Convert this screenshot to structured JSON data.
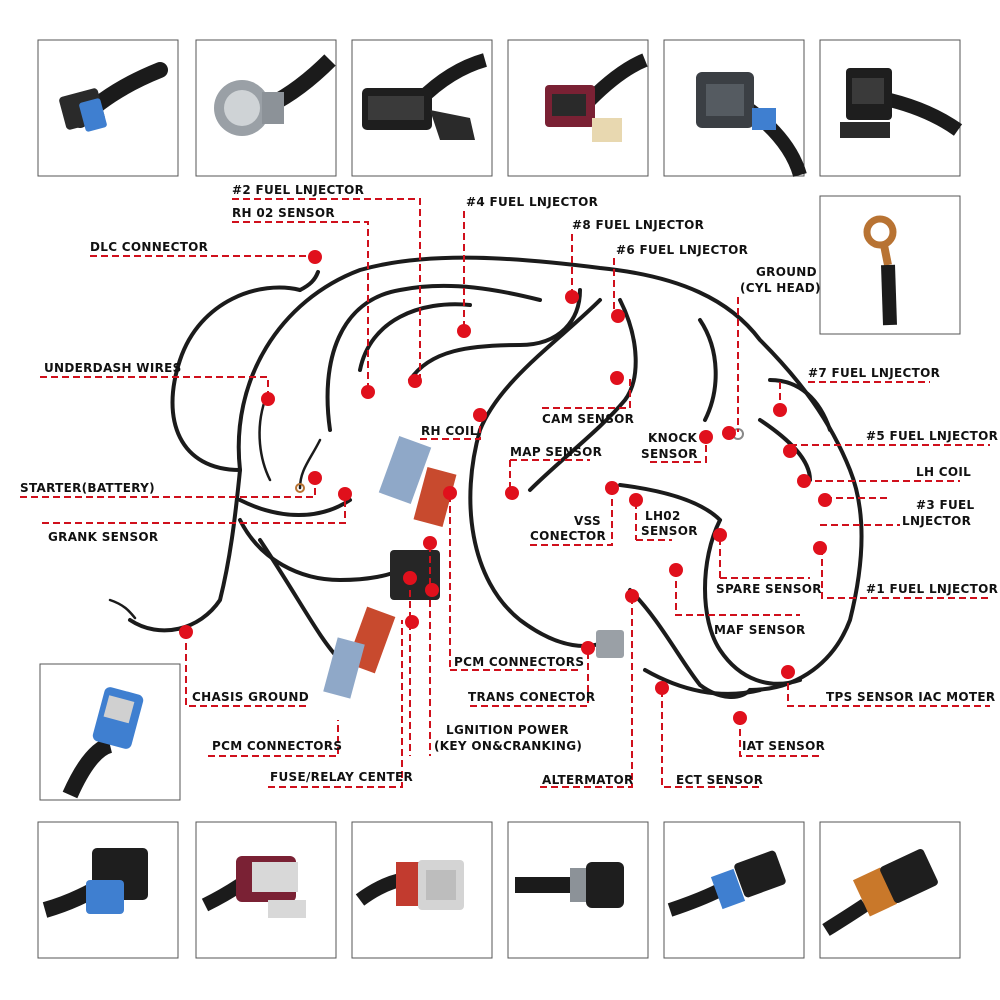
{
  "colors": {
    "accent": "#e0101c",
    "leader": "#d0101c",
    "wire": "#1b1b1b",
    "frame": "#555555"
  },
  "labels": {
    "fuel_inj_2": "#2 FUEL LNJECTOR",
    "rh_o2": "RH 02 SENSOR",
    "fuel_inj_4": "#4 FUEL LNJECTOR",
    "fuel_inj_8": "#8 FUEL LNJECTOR",
    "fuel_inj_6": "#6 FUEL LNJECTOR",
    "dlc": "DLC CONNECTOR",
    "ground_1": "GROUND",
    "ground_2": "(CYL HEAD)",
    "underdash": "UNDERDASH WIRES",
    "fuel_inj_7": "#7 FUEL LNJECTOR",
    "cam": "CAM SENSOR",
    "rh_coil": "RH COIL",
    "knock_1": "KNOCK",
    "knock_2": "SENSOR",
    "fuel_inj_5": "#5 FUEL LNJECTOR",
    "map": "MAP SENSOR",
    "lh_coil": "LH COIL",
    "starter": "STARTER(BATTERY)",
    "fuel_inj_3a": "#3 FUEL",
    "fuel_inj_3b": "LNJECTOR",
    "vss_1": "VSS",
    "vss_2": "CONECTOR",
    "lh02_1": "LH02",
    "lh02_2": "SENSOR",
    "crank": "GRANK SENSOR",
    "spare": "SPARE SENSOR",
    "fuel_inj_1": "#1 FUEL LNJECTOR",
    "maf": "MAF SENSOR",
    "pcm_conn_right": "PCM CONNECTORS",
    "chassis_ground": "CHASIS GROUND",
    "trans": "TRANS CONECTOR",
    "tps": "TPS SENSOR IAC MOTER",
    "ignition_1": "LGNITION POWER",
    "ignition_2": "(KEY ON&CRANKING)",
    "pcm_conn_left": "PCM CONNECTORS",
    "iat": "IAT SENSOR",
    "fuse": "FUSE/RELAY CENTER",
    "alternator": "ALTERMATOR",
    "ect": "ECT SENSOR"
  },
  "thumbnails": [
    "two-pin-blue-connector",
    "round-grey-multipin-connector",
    "dlc-obd-connector-bracket",
    "maroon-three-pin-connector",
    "grey-sealed-connector",
    "black-three-pin-connector",
    "ring-terminal-ground",
    "blue-two-pin-sensor-connector",
    "blue-three-pin-connector",
    "maroon-flat-connector",
    "red-grey-multipin-connector",
    "grey-round-sensor-connector",
    "blue-flat-connector",
    "orange-flat-connector"
  ]
}
